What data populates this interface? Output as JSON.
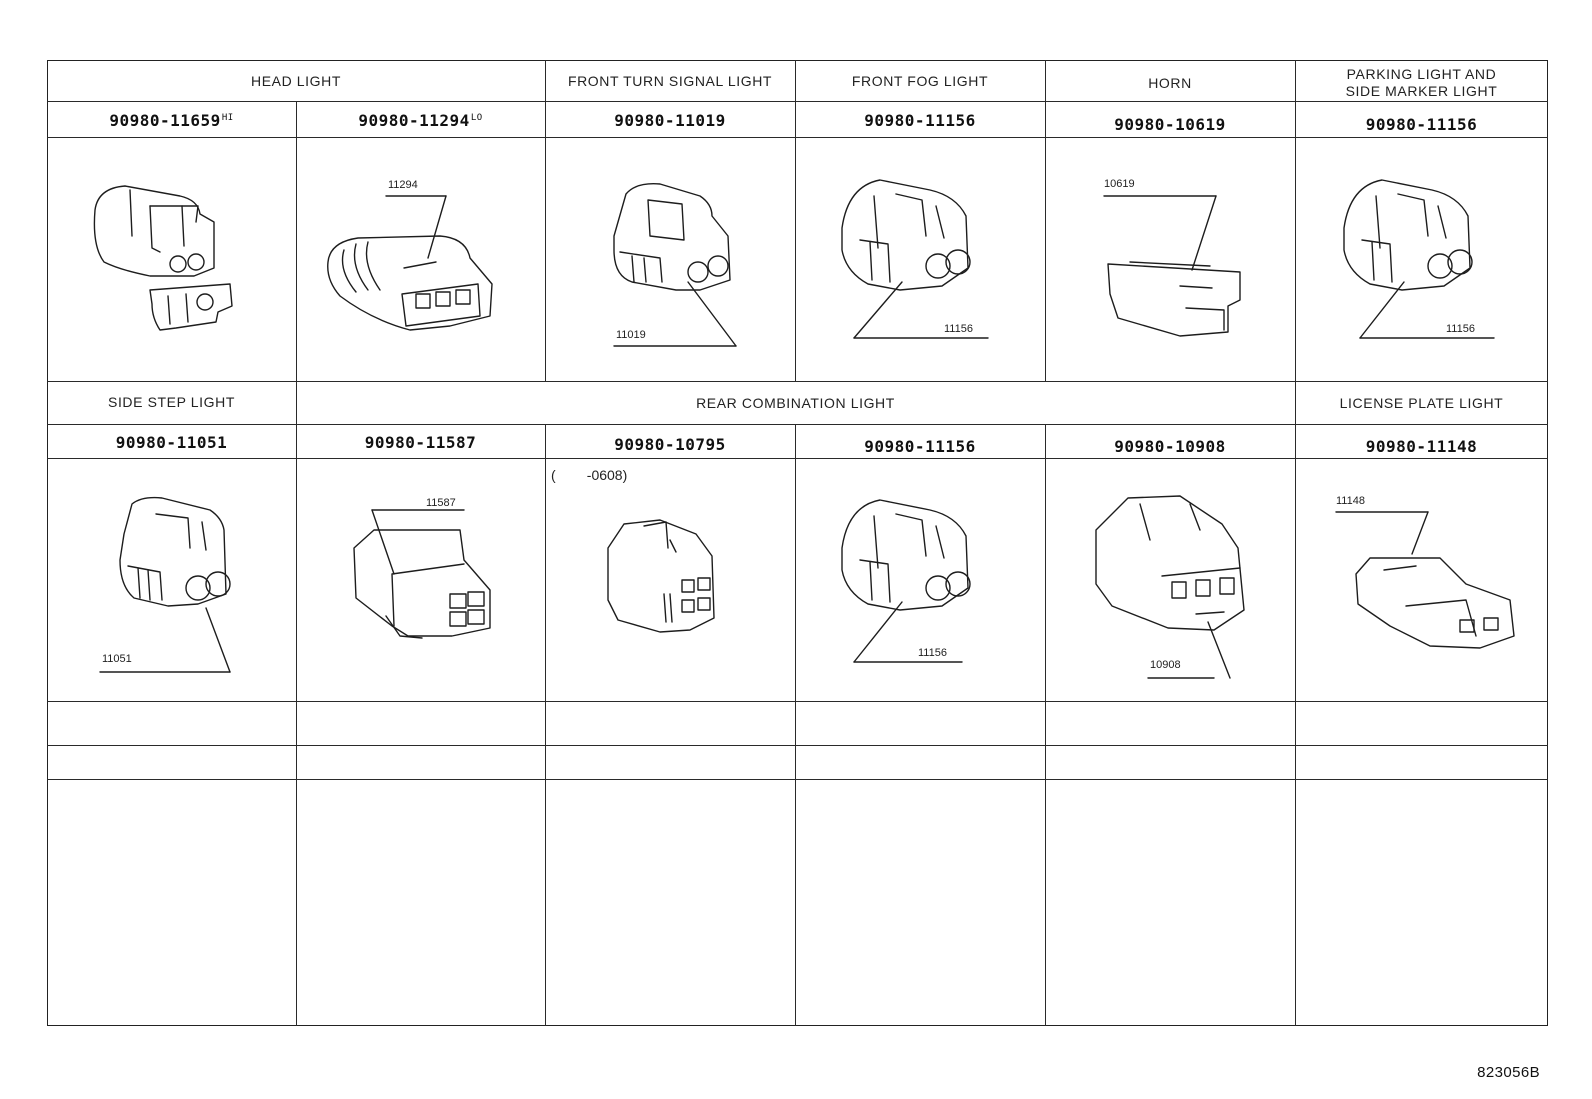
{
  "sheet": {
    "drawing_id": "823056B"
  },
  "row1": {
    "titles": {
      "head_light": "HEAD LIGHT",
      "front_turn": "FRONT TURN SIGNAL LIGHT",
      "front_fog": "FRONT FOG LIGHT",
      "horn": "HORN",
      "parking_line1": "PARKING LIGHT AND",
      "parking_line2": "SIDE MARKER LIGHT"
    },
    "parts": [
      {
        "number": "90980-11659",
        "suffix": "HI",
        "callout": ""
      },
      {
        "number": "90980-11294",
        "suffix": "LO",
        "callout": "11294"
      },
      {
        "number": "90980-11019",
        "suffix": "",
        "callout": "11019"
      },
      {
        "number": "90980-11156",
        "suffix": "",
        "callout": "11156"
      },
      {
        "number": "90980-10619",
        "suffix": "",
        "callout": "10619"
      },
      {
        "number": "90980-11156",
        "suffix": "",
        "callout": "11156"
      }
    ]
  },
  "row2": {
    "titles": {
      "side_step": "SIDE STEP LIGHT",
      "rear_combination": "REAR COMBINATION LIGHT",
      "license_plate": "LICENSE PLATE LIGHT"
    },
    "parts": [
      {
        "number": "90980-11051",
        "callout": "11051"
      },
      {
        "number": "90980-11587",
        "callout": "11587"
      },
      {
        "number": "90980-10795",
        "callout": ""
      },
      {
        "number": "90980-11156",
        "callout": "11156"
      },
      {
        "number": "90980-10908",
        "callout": "10908"
      },
      {
        "number": "90980-11148",
        "callout": "11148"
      }
    ],
    "date_note": "(        -0608)"
  }
}
